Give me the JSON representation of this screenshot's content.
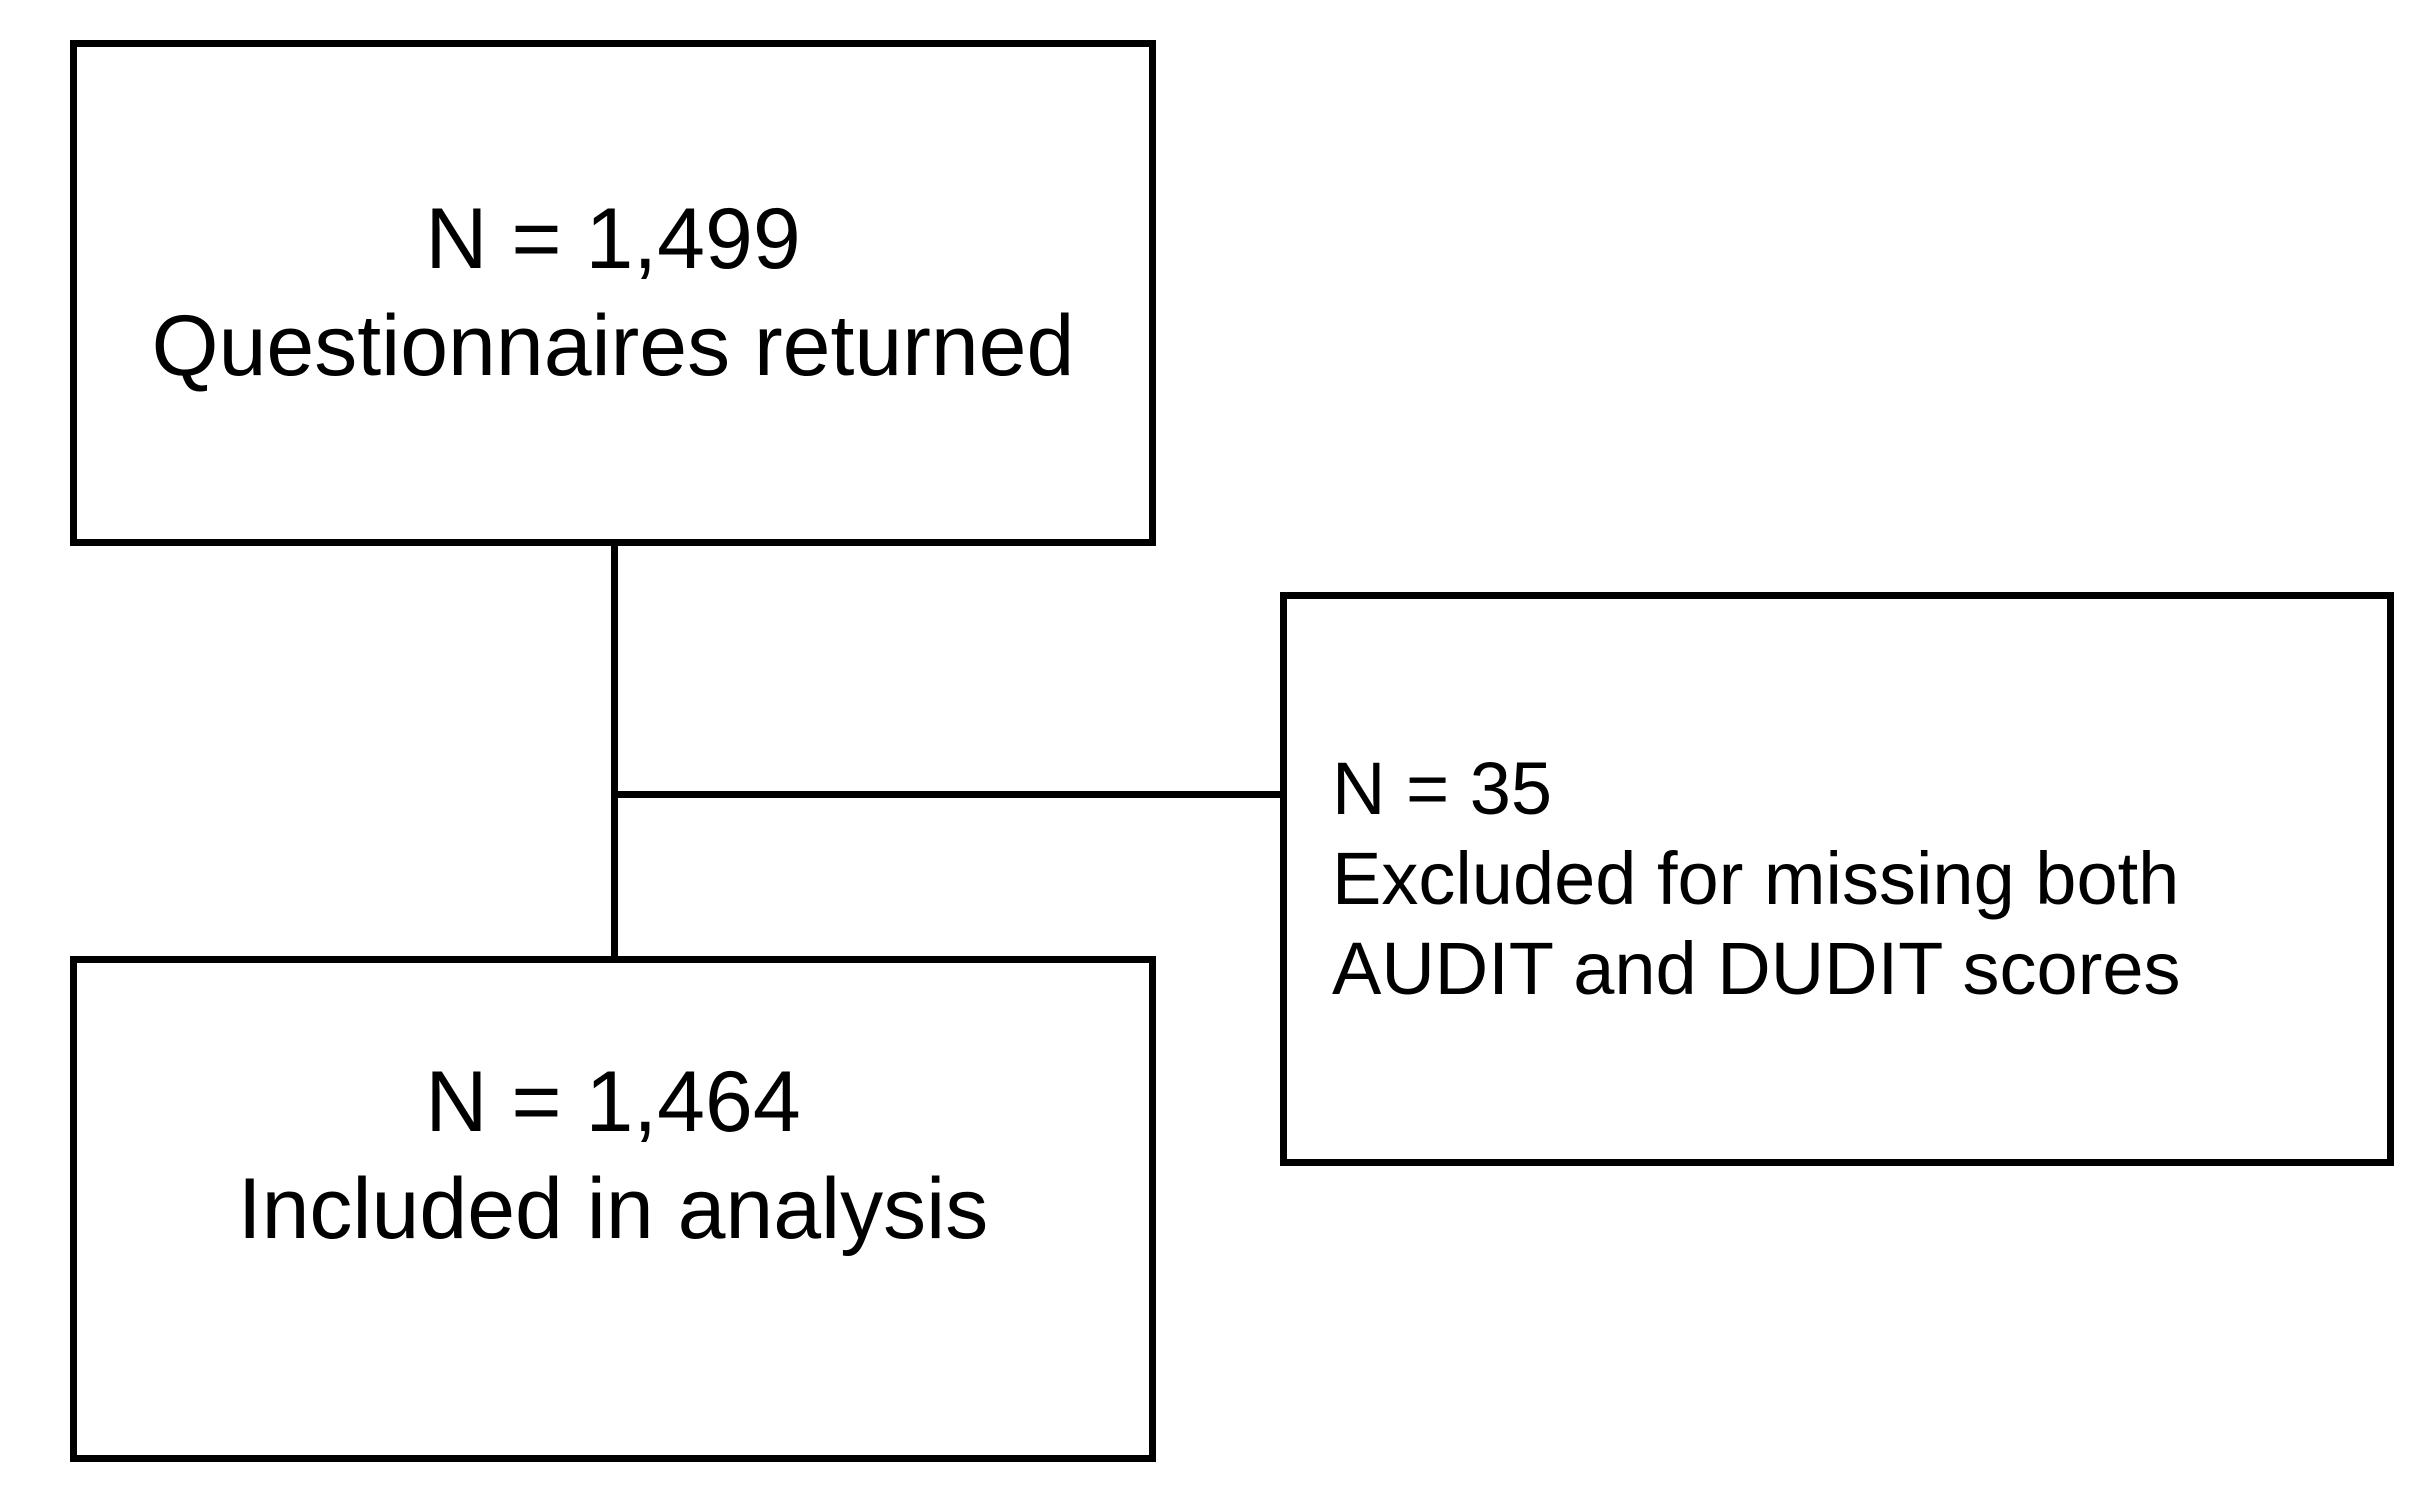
{
  "diagram": {
    "type": "flowchart",
    "background_color": "#ffffff",
    "line_color": "#000000",
    "text_color": "#000000",
    "boxes": [
      {
        "id": "questionnaires-returned",
        "lines": [
          "N = 1,499",
          "Questionnaires returned"
        ]
      },
      {
        "id": "included-in-analysis",
        "lines": [
          "N = 1,464",
          "Included in analysis"
        ]
      },
      {
        "id": "excluded-missing-scores",
        "lines": [
          "N = 35",
          "Excluded for missing both",
          "AUDIT and DUDIT scores"
        ]
      }
    ],
    "connectors": [
      {
        "id": "vertical-flow-line",
        "from": "questionnaires-returned",
        "to": "included-in-analysis"
      },
      {
        "id": "horizontal-branch-line",
        "from": "vertical-flow-line",
        "to": "excluded-missing-scores"
      }
    ]
  }
}
